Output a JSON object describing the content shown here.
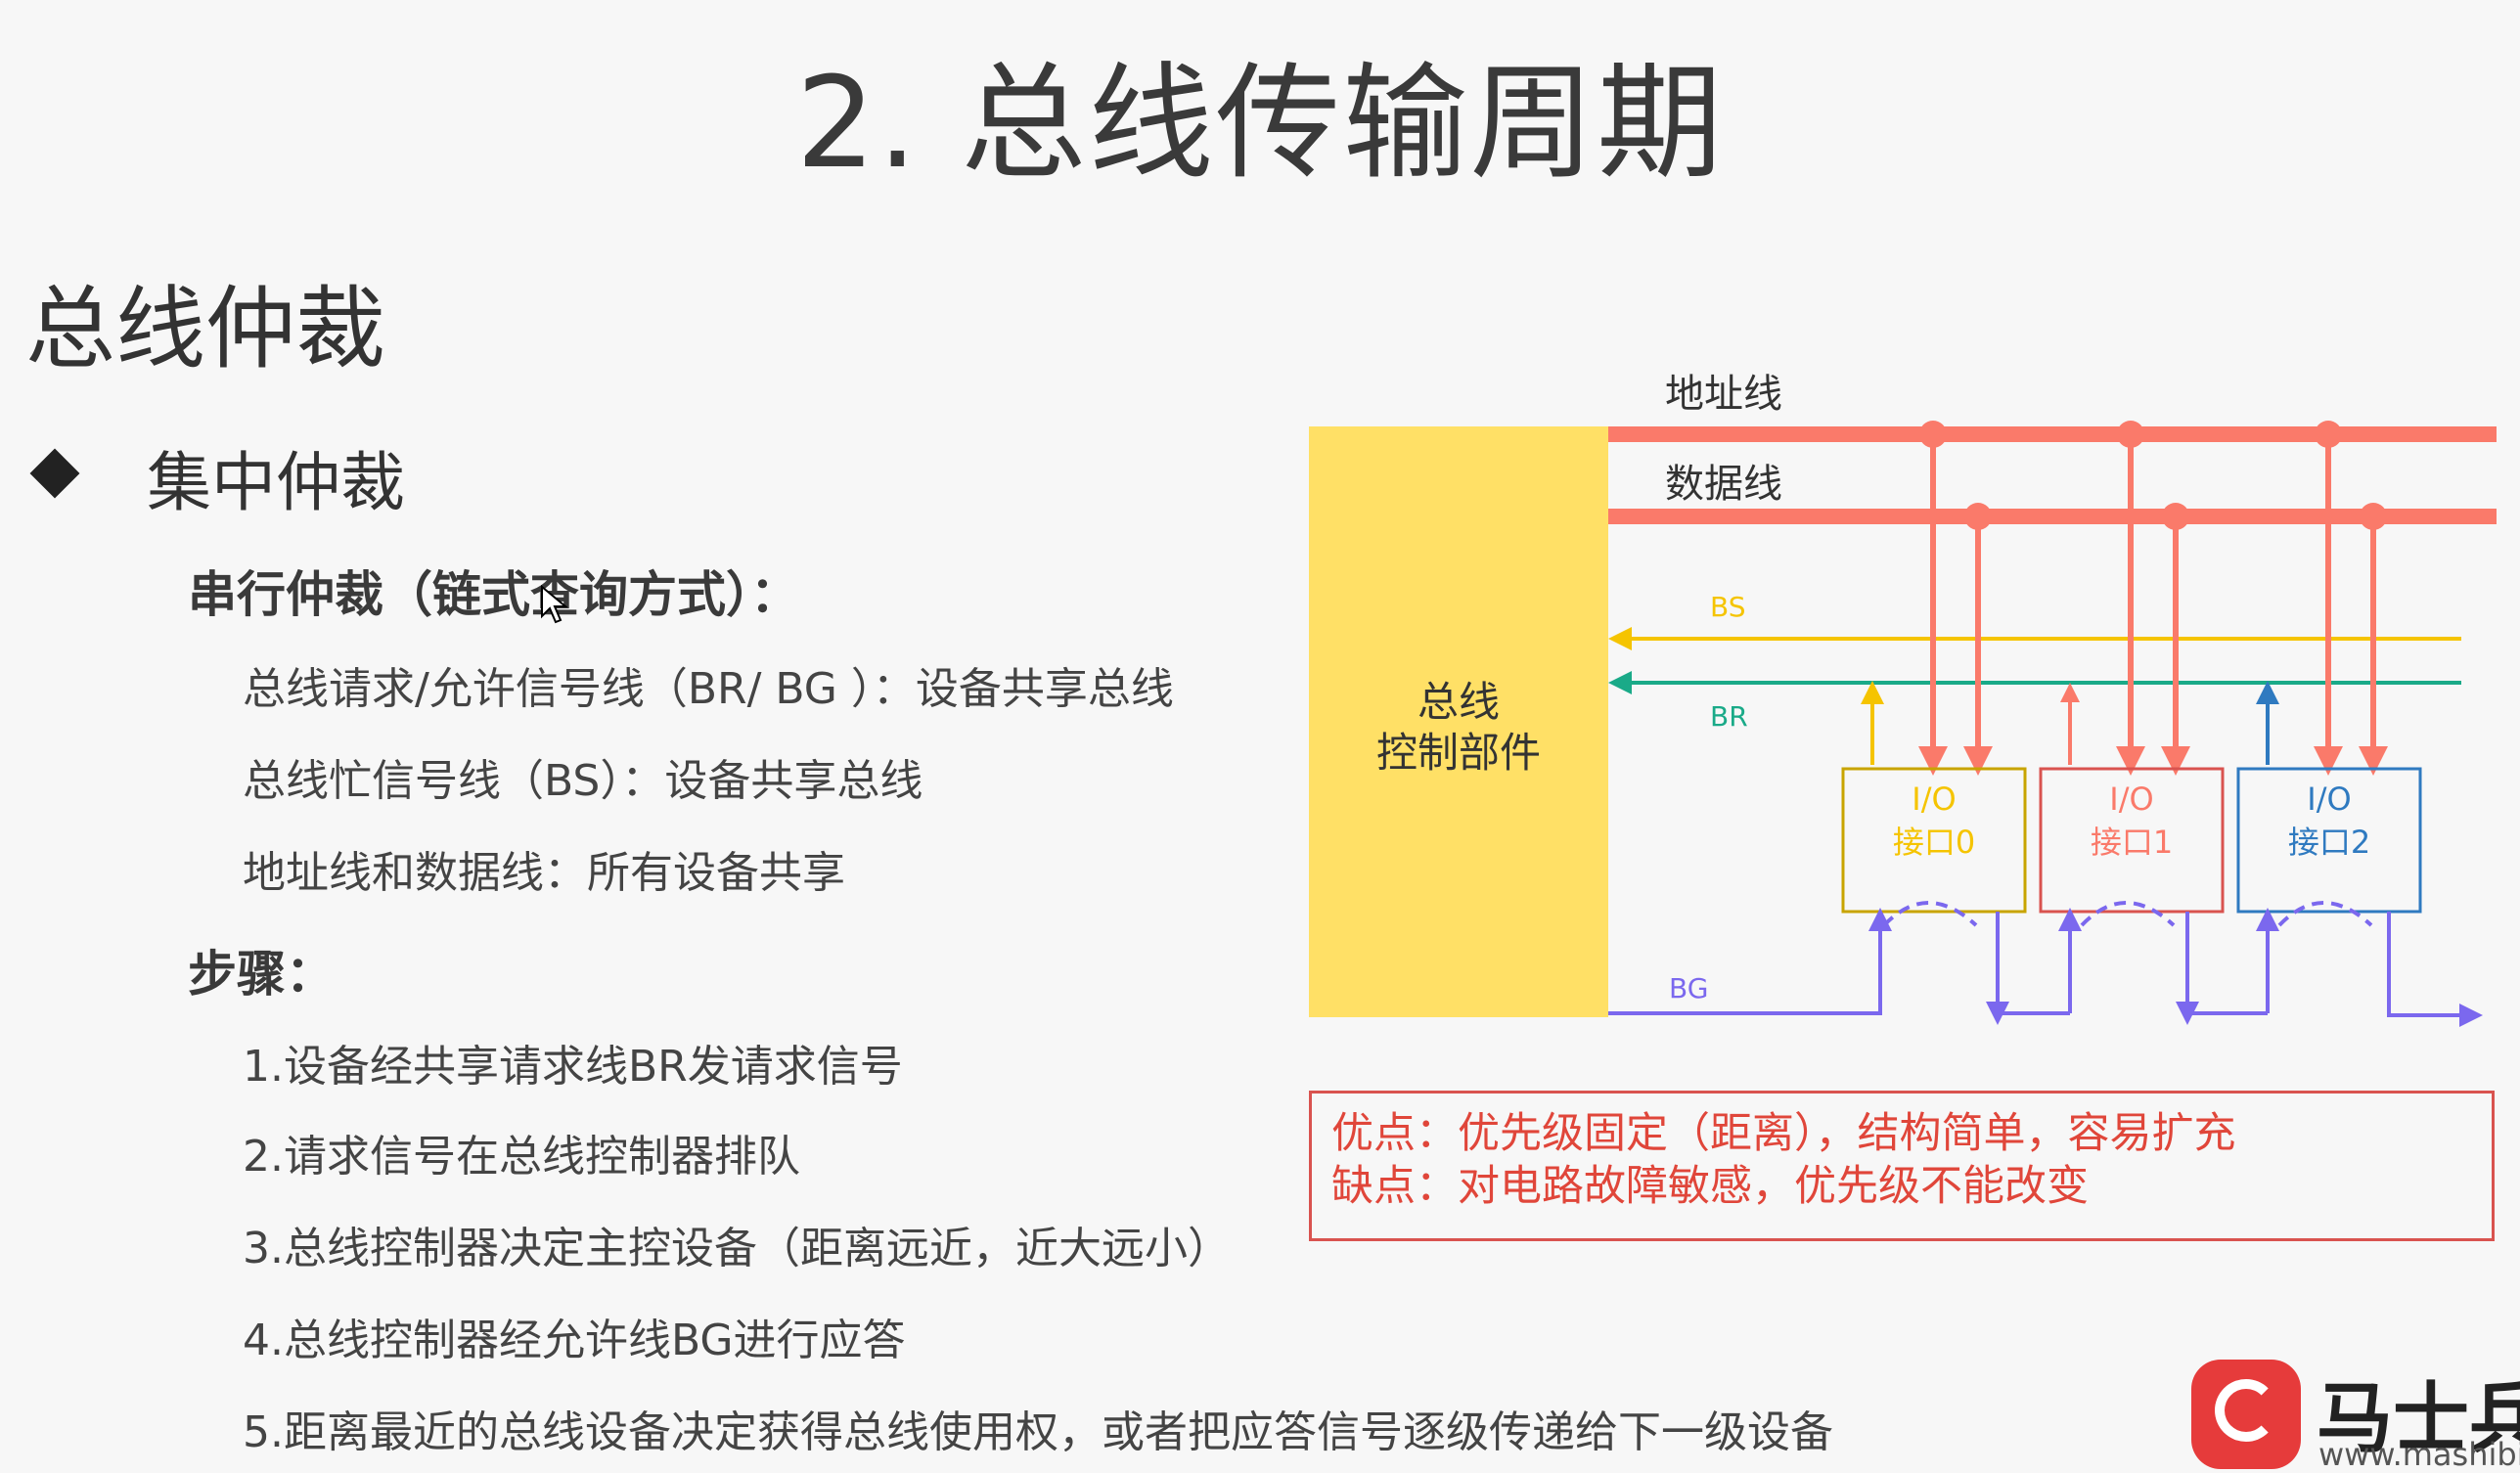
{
  "slide": {
    "title": "2. 总线传输周期",
    "section_heading": "总线仲裁",
    "bullet": "集中仲裁",
    "serial_heading": "串行仲裁（链式查询方式）：",
    "lines": [
      "总线请求/允许信号线（BR/ BG ）：设备共享总线",
      "总线忙信号线（BS）：设备共享总线",
      "地址线和数据线：所有设备共享"
    ],
    "steps_heading": "步骤：",
    "steps": [
      "1.设备经共享请求线BR发请求信号",
      "2.请求信号在总线控制器排队",
      "3.总线控制器决定主控设备（距离远近，近大远小）",
      "4.总线控制器经允许线BG进行应答",
      "5.距离最近的总线设备决定获得总线使用权，或者把应答信号逐级传递给下一级设备"
    ]
  },
  "diagram": {
    "address_line": "地址线",
    "data_line": "数据线",
    "bs": "BS",
    "br": "BR",
    "bg": "BG",
    "controller_line1": "总线",
    "controller_line2": "控制部件",
    "interfaces": [
      {
        "line1": "I/O",
        "line2": "接口0",
        "color": "#c8a400"
      },
      {
        "line1": "I/O",
        "line2": "接口1",
        "color": "#d9534f"
      },
      {
        "line1": "I/O",
        "line2": "接口2",
        "color": "#2f7ac0"
      }
    ],
    "colors": {
      "bus": "#fa7a6a",
      "bs": "#f5c400",
      "br": "#1aaa88",
      "bg": "#7b68ee",
      "controller": "#ffe066"
    }
  },
  "notes": {
    "pros": "优点：优先级固定（距离），结构简单，容易扩充",
    "cons": "缺点：对电路故障敏感，优先级不能改变"
  },
  "logo": {
    "name": "马士兵教",
    "url": "www.mashibin"
  }
}
